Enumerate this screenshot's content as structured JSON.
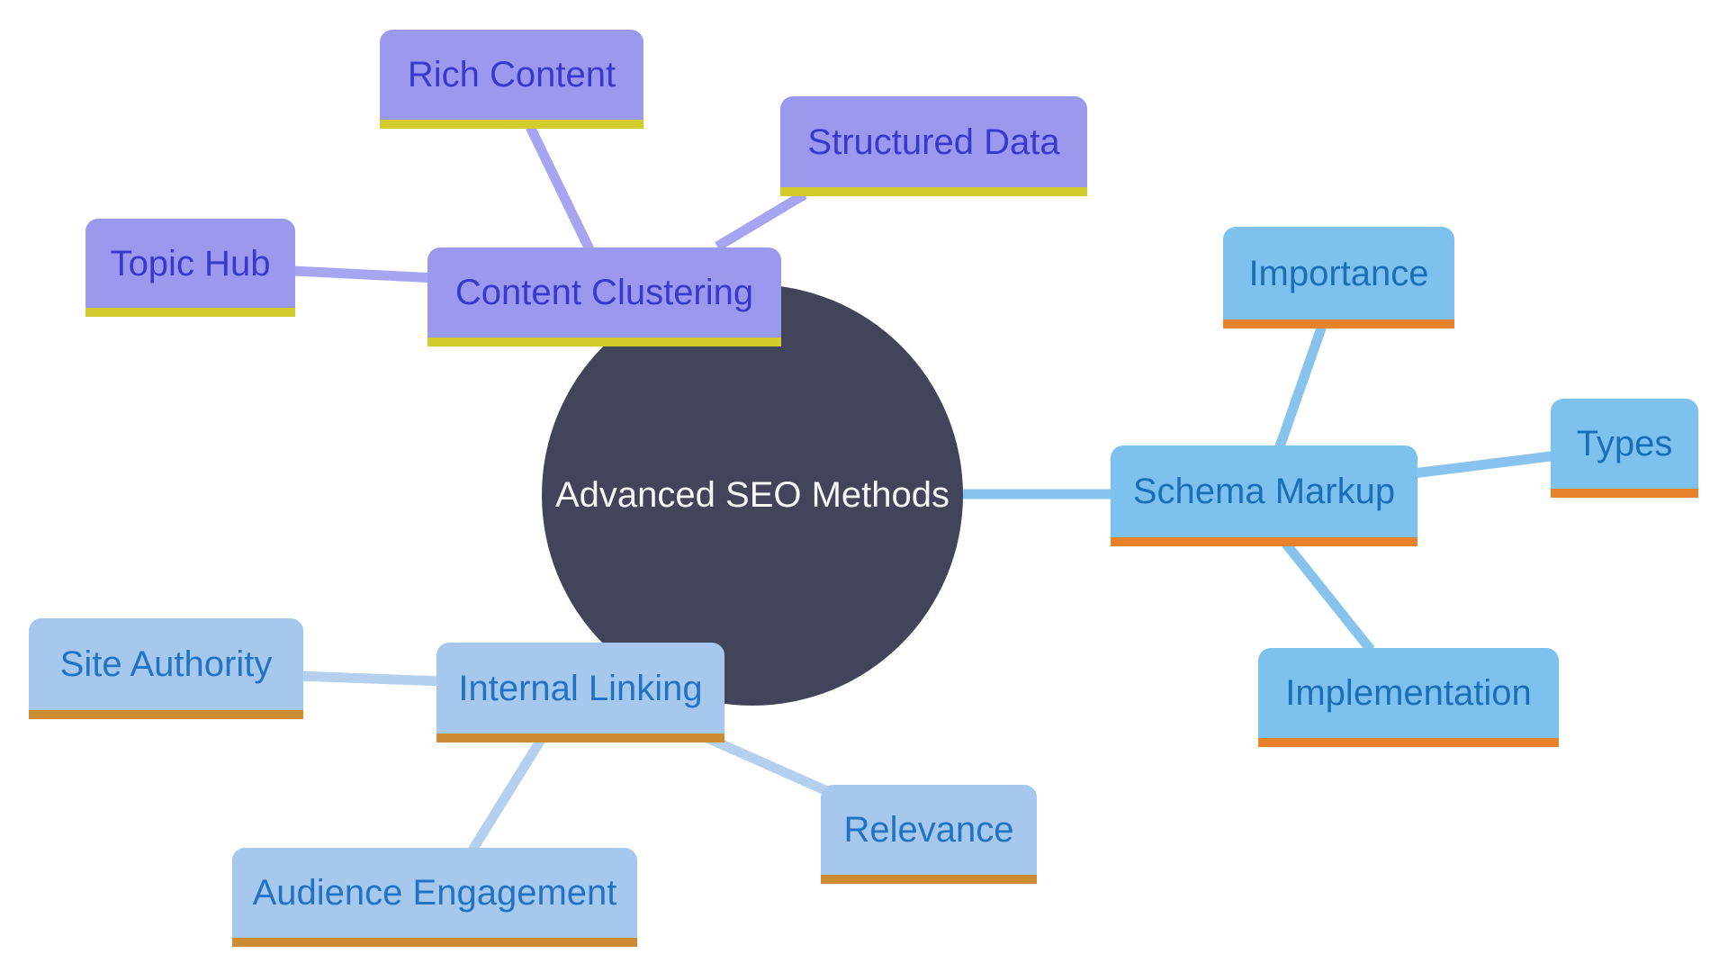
{
  "diagram": {
    "type": "mindmap",
    "background": "#ffffff",
    "root": {
      "label": "Advanced SEO Methods",
      "shape": "circle",
      "fill": "#424459",
      "text_color": "#f6f7f9"
    },
    "branches": [
      {
        "label": "Content Clustering",
        "colors": {
          "fill": "#9b99ee",
          "text": "#3939ce",
          "underline": "#d2cb2b",
          "edge": "#a7a4f2"
        },
        "children": [
          {
            "label": "Rich Content"
          },
          {
            "label": "Structured Data"
          },
          {
            "label": "Topic Hub"
          }
        ]
      },
      {
        "label": "Schema Markup",
        "colors": {
          "fill": "#7dc1ee",
          "text": "#1b6fb8",
          "underline": "#e8822a",
          "edge": "#88c3ee"
        },
        "children": [
          {
            "label": "Importance"
          },
          {
            "label": "Types"
          },
          {
            "label": "Implementation"
          }
        ]
      },
      {
        "label": "Internal Linking",
        "colors": {
          "fill": "#a6c8ec",
          "text": "#2373c5",
          "underline": "#cd8c33",
          "edge": "#b4d0ee"
        },
        "children": [
          {
            "label": "Site Authority"
          },
          {
            "label": "Audience Engagement"
          },
          {
            "label": "Relevance"
          }
        ]
      }
    ]
  }
}
